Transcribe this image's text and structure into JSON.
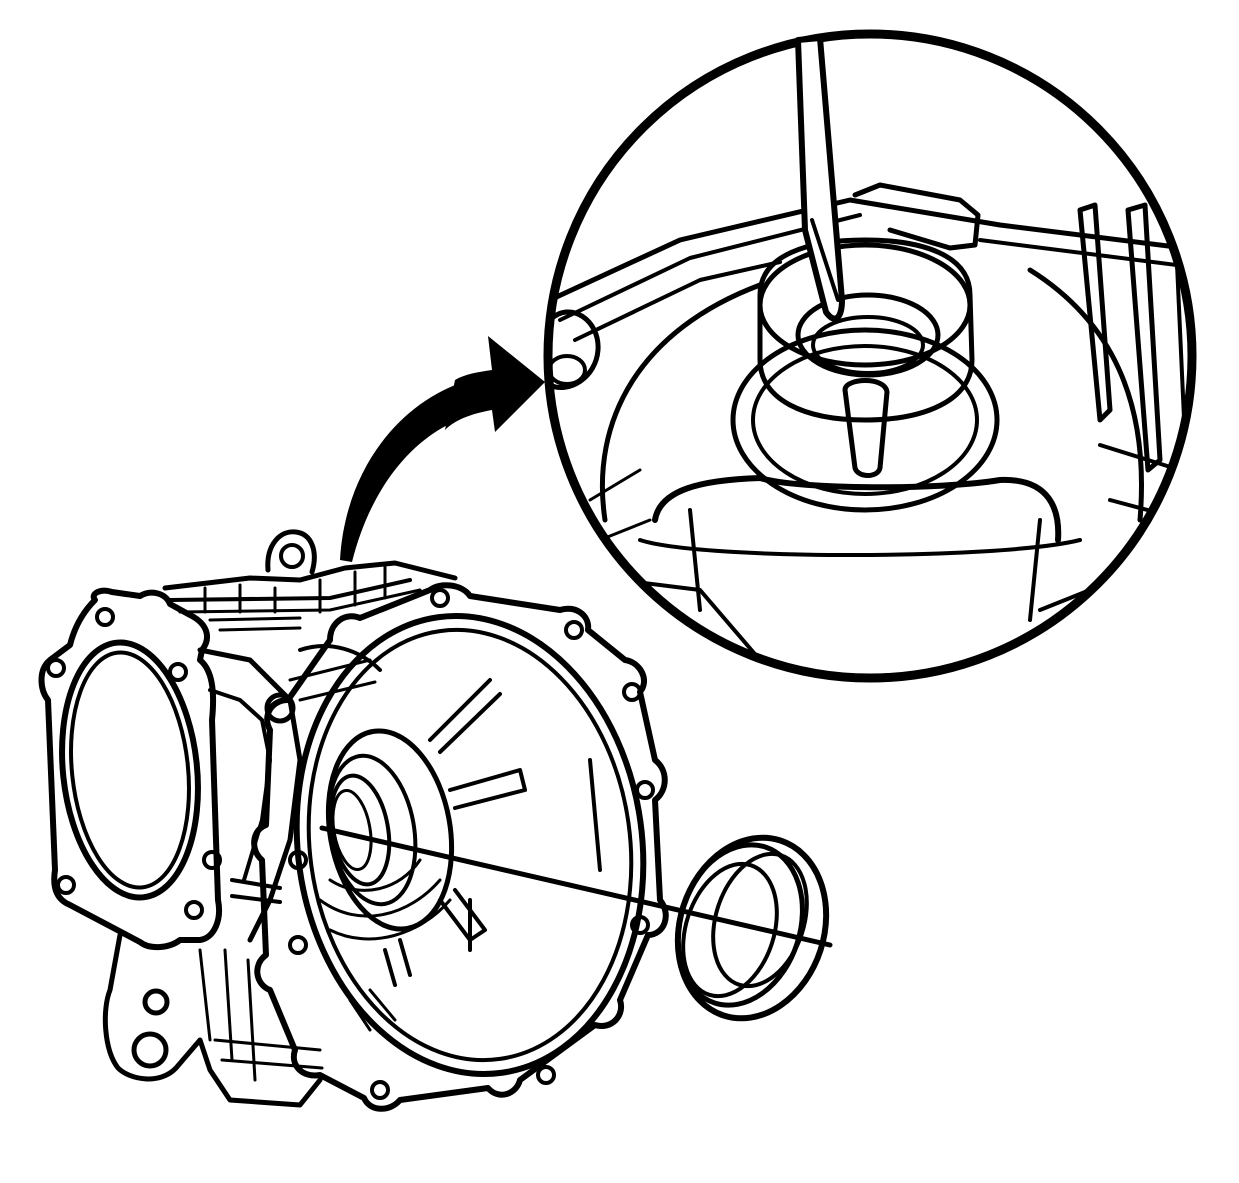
{
  "figure": {
    "type": "technical-line-illustration",
    "subject": "differential-housing-seal-removal",
    "has_text_labels": false,
    "colors": {
      "line": "#000000",
      "background": "#ffffff"
    },
    "parts": [
      {
        "name": "differential-housing",
        "view": "main"
      },
      {
        "name": "seal-ring",
        "view": "main"
      },
      {
        "name": "screwdriver-tool",
        "view": "detail"
      },
      {
        "name": "seal-bore",
        "view": "detail"
      }
    ],
    "callout": {
      "shape": "circle",
      "arrow": "curved-arrow"
    }
  }
}
